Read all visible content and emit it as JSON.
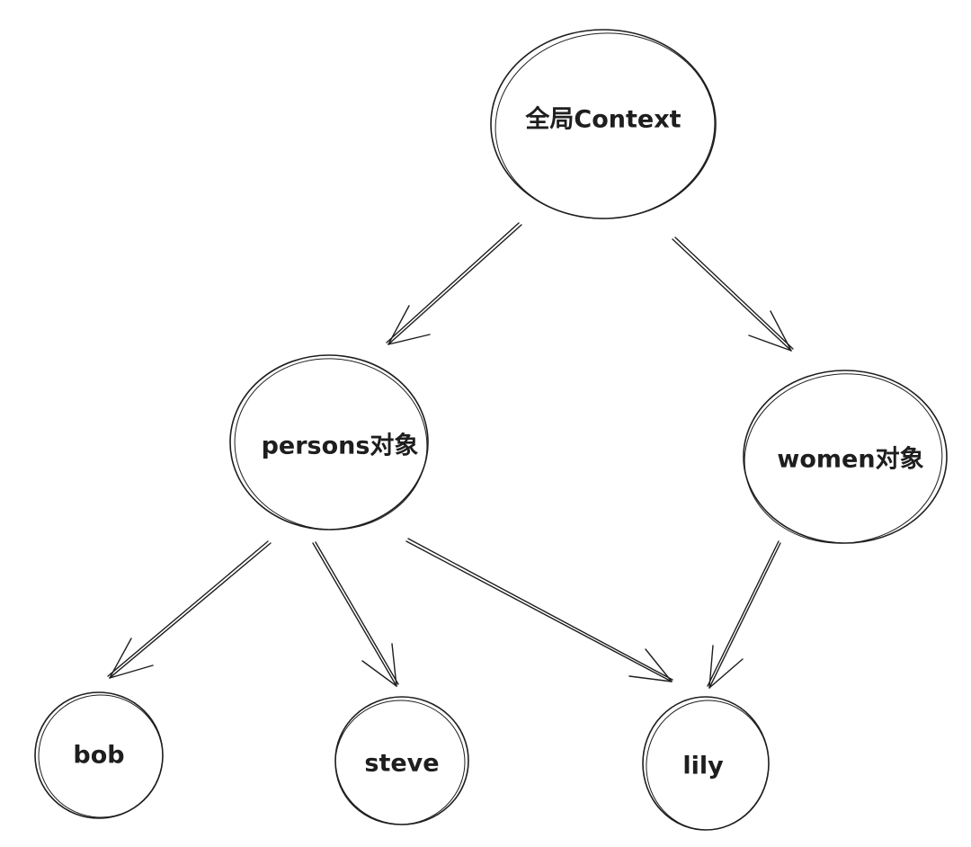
{
  "diagram": {
    "nodes": [
      {
        "id": "global-context",
        "label": "全局Context"
      },
      {
        "id": "persons",
        "label": "persons对象"
      },
      {
        "id": "women",
        "label": "women对象"
      },
      {
        "id": "bob",
        "label": "bob"
      },
      {
        "id": "steve",
        "label": "steve"
      },
      {
        "id": "lily",
        "label": "lily"
      }
    ],
    "edges": [
      {
        "from": "global-context",
        "to": "persons"
      },
      {
        "from": "global-context",
        "to": "women"
      },
      {
        "from": "persons",
        "to": "bob"
      },
      {
        "from": "persons",
        "to": "steve"
      },
      {
        "from": "persons",
        "to": "lily"
      },
      {
        "from": "women",
        "to": "lily"
      }
    ],
    "stroke_color": "#1e1e1e",
    "background_color": "#ffffff"
  }
}
